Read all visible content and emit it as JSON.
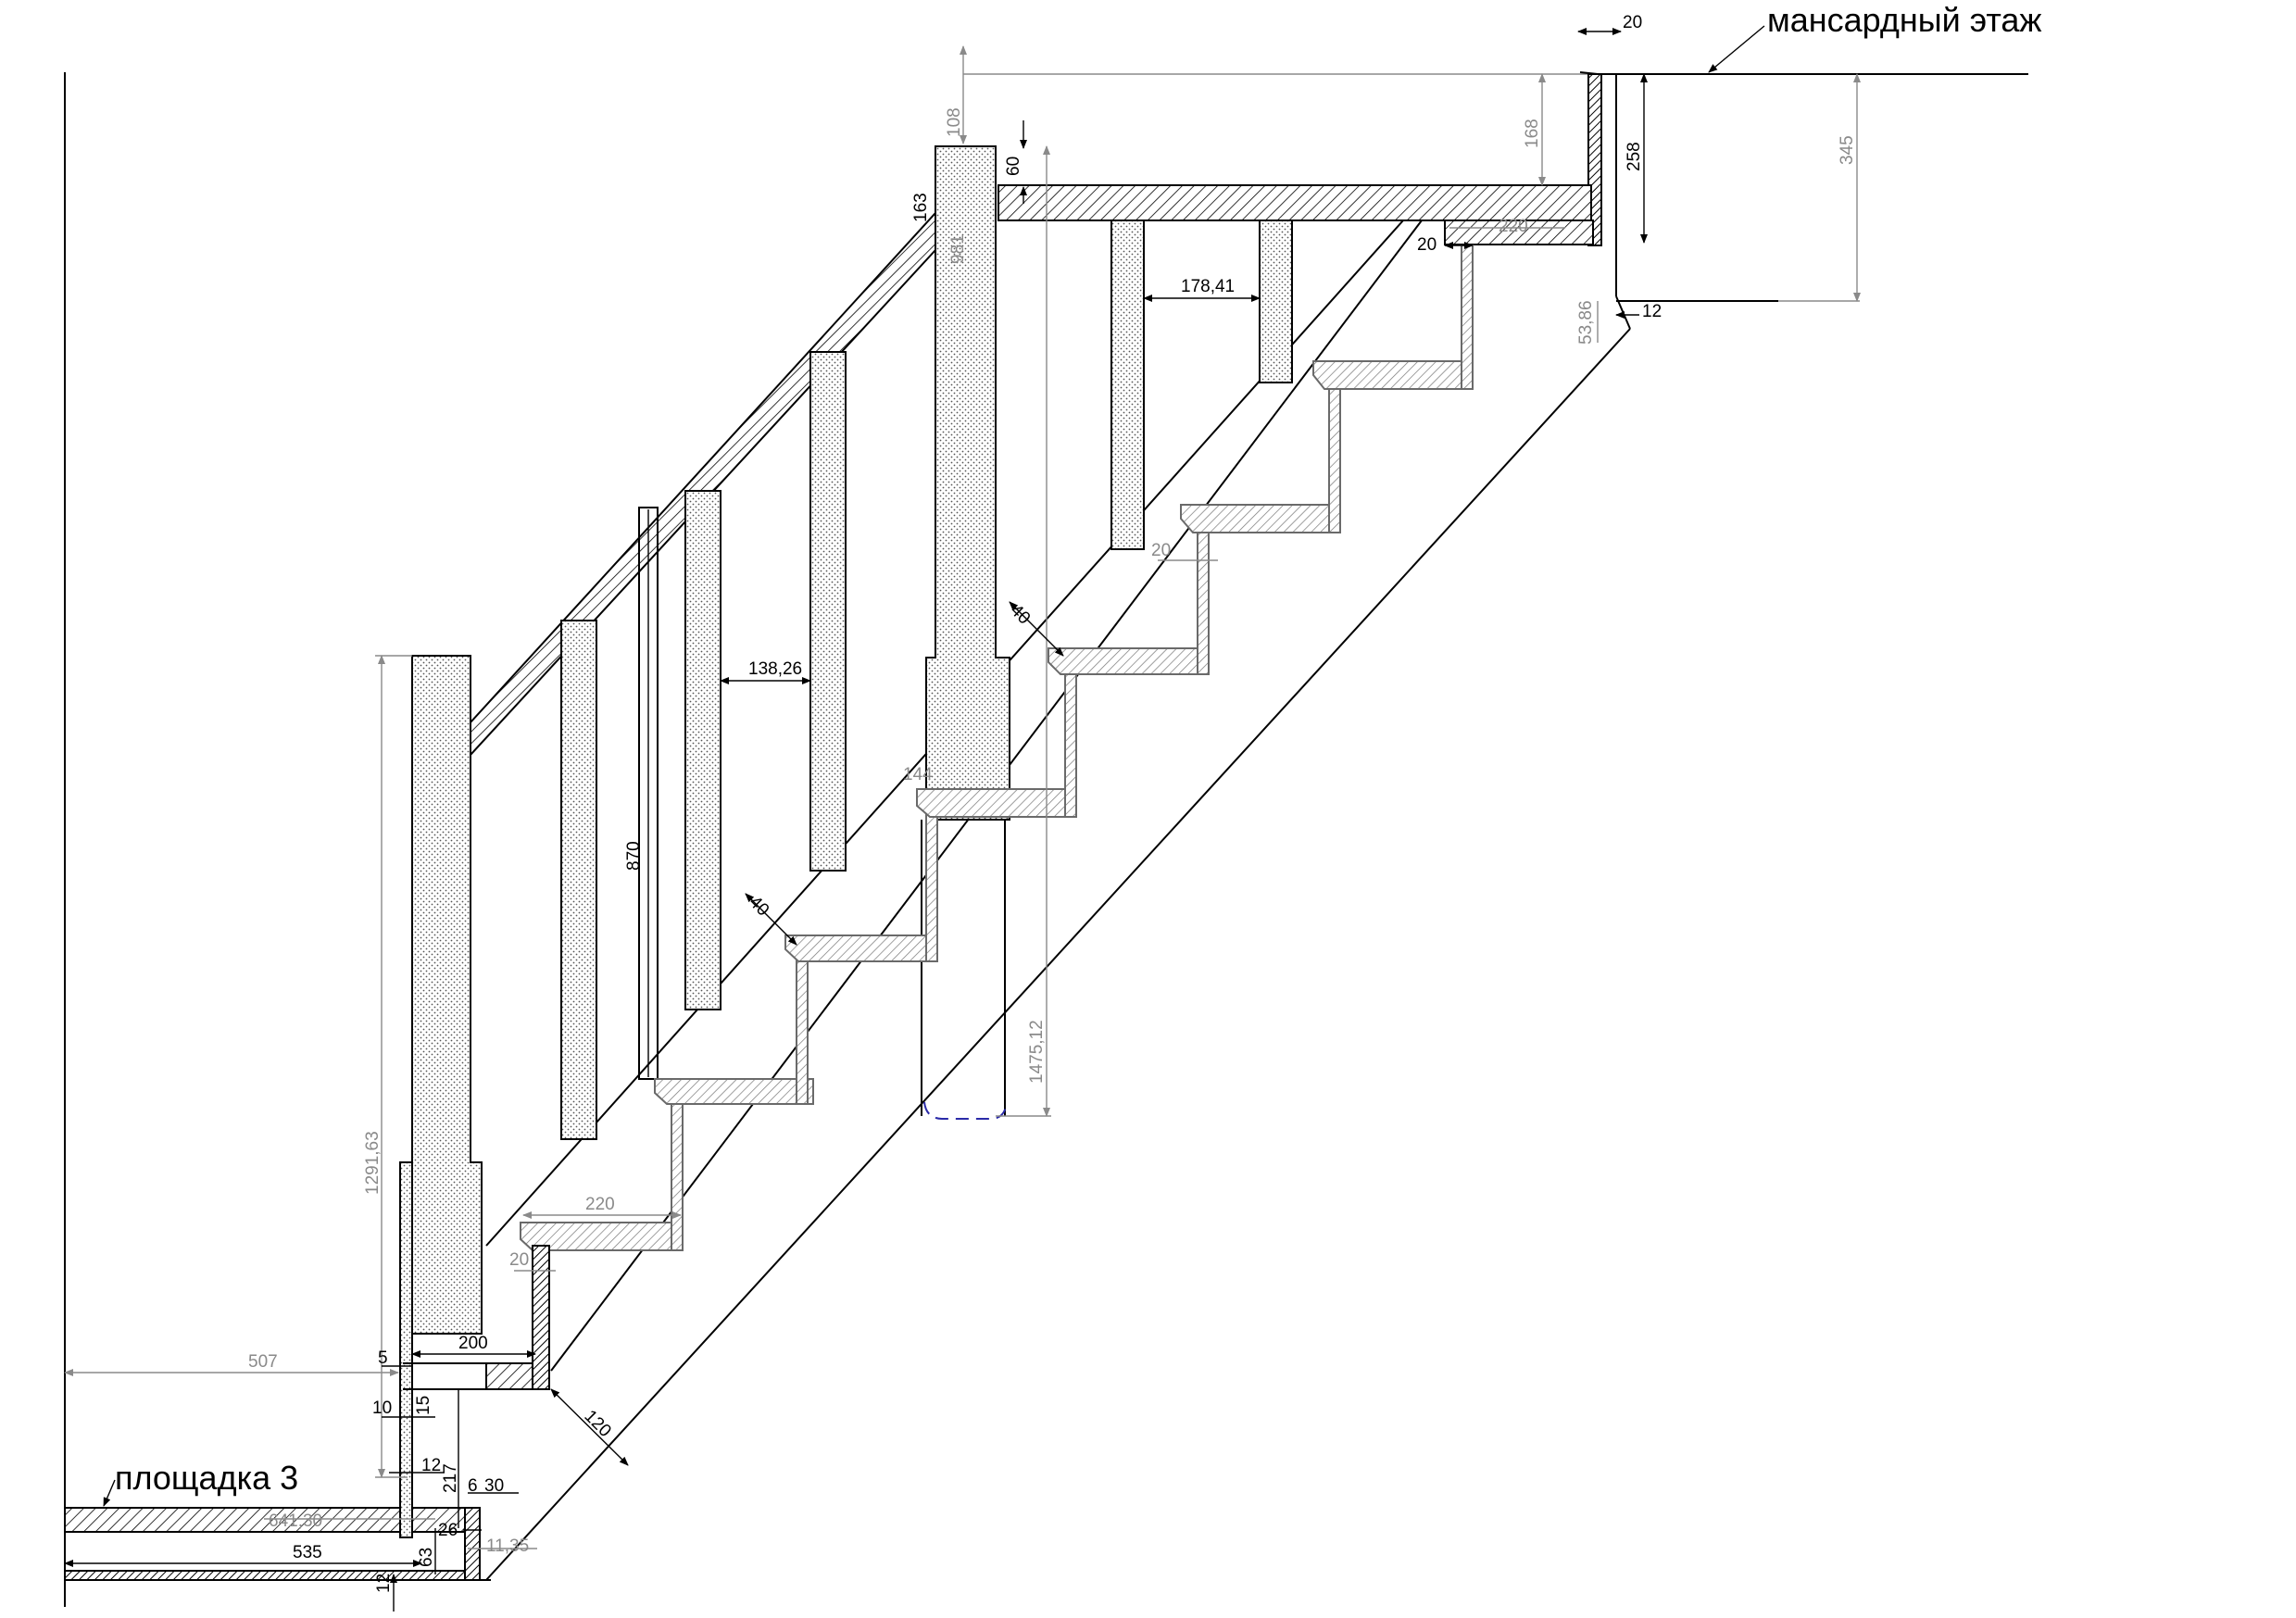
{
  "labels": {
    "upper_floor": "мансардный этаж",
    "landing": "площадка 3"
  },
  "dimensions": {
    "d20_top": "20",
    "d108": "108",
    "d168": "168",
    "d258": "258",
    "d345": "345",
    "d60": "60",
    "d163": "163",
    "d981": "981",
    "d178_41": "178,41",
    "d220_top": "220",
    "d20_right": "20",
    "d12_right": "12",
    "d53_86": "53,86",
    "d20_mid": "20",
    "d40_upper": "40",
    "d138_26": "138,26",
    "d144": "144",
    "d870": "870",
    "d40_lower": "40",
    "d1475_12": "1475,12",
    "d1291_63": "1291,63",
    "d220_low": "220",
    "d20_low": "20",
    "d507": "507",
    "d5": "5",
    "d200": "200",
    "d10": "10",
    "d15": "15",
    "d120": "120",
    "d12_low": "12",
    "d217": "217",
    "d6": "6",
    "d30": "30",
    "d641_30": "641,30",
    "d26": "26",
    "d535": "535",
    "d63": "63",
    "d11_35": "11,35",
    "d12_bottom": "12"
  },
  "colors": {
    "line": "#000000",
    "secondary_dimension": "#8a8a8a",
    "hidden_line": "#2a2aa8"
  }
}
